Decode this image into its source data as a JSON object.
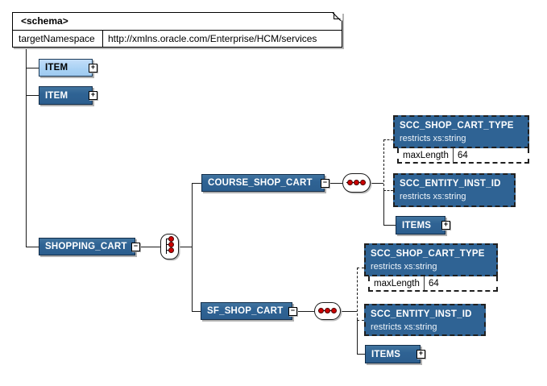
{
  "schema_box": {
    "title": "<schema>",
    "attribute_name": "targetNamespace",
    "attribute_value": "http://xmlns.oracle.com/Enterprise/HCM/services"
  },
  "elements": {
    "item_1": {
      "label": "ITEM"
    },
    "item_2": {
      "label": "ITEM"
    },
    "shopping_cart": {
      "label": "SHOPPING_CART"
    },
    "course_shop_cart": {
      "label": "COURSE_SHOP_CART"
    },
    "sf_shop_cart": {
      "label": "SF_SHOP_CART"
    }
  },
  "course_branch": {
    "shop_cart_type": {
      "name": "SCC_SHOP_CART_TYPE",
      "derivation": "restricts xs:string",
      "facet": {
        "name": "maxLength",
        "value": "64"
      }
    },
    "entity_inst_id": {
      "name": "SCC_ENTITY_INST_ID",
      "derivation": "restricts xs:string"
    },
    "items": {
      "label": "ITEMS"
    }
  },
  "sf_branch": {
    "shop_cart_type": {
      "name": "SCC_SHOP_CART_TYPE",
      "derivation": "restricts xs:string",
      "facet": {
        "name": "maxLength",
        "value": "64"
      }
    },
    "entity_inst_id": {
      "name": "SCC_ENTITY_INST_ID",
      "derivation": "restricts xs:string"
    },
    "items": {
      "label": "ITEMS"
    }
  },
  "icons": {
    "expand": "+",
    "collapse": "−",
    "sequence": "three-red-dots-horizontal",
    "choice": "three-red-dots-vertical"
  },
  "colors": {
    "element_fill": "#2F6394",
    "global_element_fill": "#A8D1F4",
    "indicator_dot": "#CC0000",
    "line": "#1A1A1A",
    "shadow": "#B0B0B0"
  }
}
